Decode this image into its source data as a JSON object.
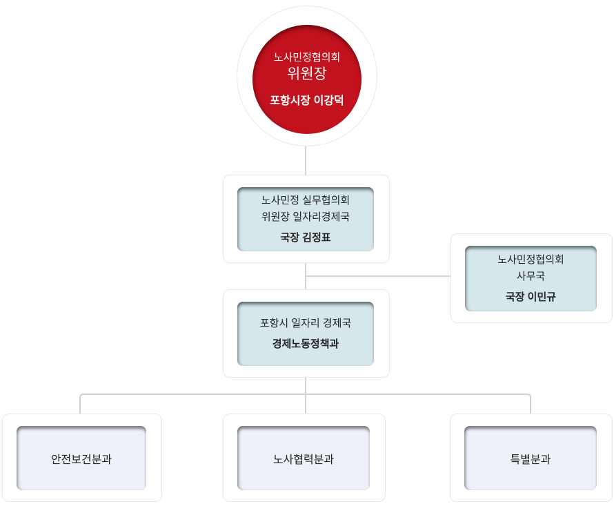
{
  "org_chart": {
    "chairman": {
      "org": "노사민정협의회",
      "title": "위원장",
      "person": "포항시장 이강덕"
    },
    "working_council": {
      "line1": "노사민정 실무협의회",
      "line2": "위원장 일자리경제국",
      "person": "국장 김정표"
    },
    "secretariat": {
      "line1": "노사민정협의회",
      "line2": "사무국",
      "person": "국장 이민규"
    },
    "economy_bureau": {
      "line1": "포항시 일자리 경제국",
      "person": "경제노동정책과"
    },
    "subcommittees": [
      {
        "label": "안전보건분과"
      },
      {
        "label": "노사협력분과"
      },
      {
        "label": "특별분과"
      }
    ]
  },
  "colors": {
    "accent_red": "#c1121e",
    "node_teal": "#d5e7ea",
    "node_lavender": "#eef1f8",
    "connector_gray": "#d2d5d8",
    "border_gray": "#e8e8e8",
    "text_dark": "#222222",
    "text_on_red": "#ffffff"
  }
}
